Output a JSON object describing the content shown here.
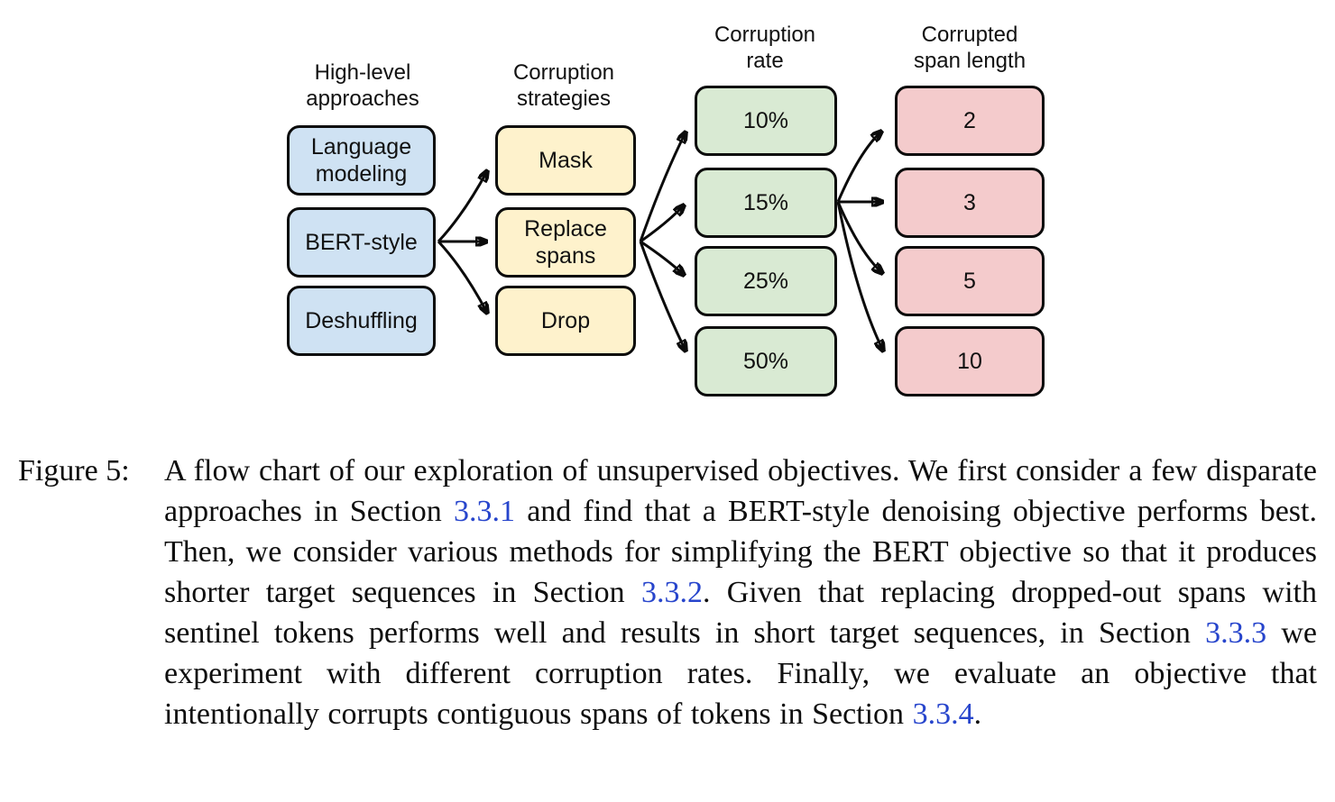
{
  "figure": {
    "columns": [
      {
        "header": "High-level\napproaches",
        "fill": "#cfe2f3",
        "boxes": [
          "Language modeling",
          "BERT-style",
          "Deshuffling"
        ]
      },
      {
        "header": "Corruption\nstrategies",
        "fill": "#fef2cc",
        "boxes": [
          "Mask",
          "Replace spans",
          "Drop"
        ]
      },
      {
        "header": "Corruption\nrate",
        "fill": "#d9ead3",
        "boxes": [
          "10%",
          "15%",
          "25%",
          "50%"
        ]
      },
      {
        "header": "Corrupted\nspan length",
        "fill": "#f4cbcc",
        "boxes": [
          "2",
          "3",
          "5",
          "10"
        ]
      }
    ],
    "edges": [
      {
        "from": "BERT-style",
        "to": [
          "Mask",
          "Replace spans",
          "Drop"
        ]
      },
      {
        "from": "Replace spans",
        "to": [
          "10%",
          "15%",
          "25%",
          "50%"
        ]
      },
      {
        "from": "15%",
        "to": [
          "2",
          "3",
          "5",
          "10"
        ]
      }
    ],
    "colors": {
      "box_border": "#0b0b0b",
      "arrow": "#0b0b0b"
    }
  },
  "caption": {
    "label": "Figure 5:",
    "link_color": "#2745cc",
    "segments": [
      "A flow chart of our exploration of unsupervised objectives.  We first consider a few disparate approaches in Section ",
      "3.3.1",
      " and find that a BERT-style denoising objective performs best.  Then, we consider various methods for simplifying the BERT objective so that it produces shorter target sequences in Section ",
      "3.3.2",
      ".  Given that replacing dropped-out spans with sentinel tokens performs well and results in short target sequences, in Section ",
      "3.3.3",
      " we experiment with different corruption rates.  Finally, we evaluate an objective that intentionally corrupts contiguous spans of tokens in Section ",
      "3.3.4",
      "."
    ]
  }
}
